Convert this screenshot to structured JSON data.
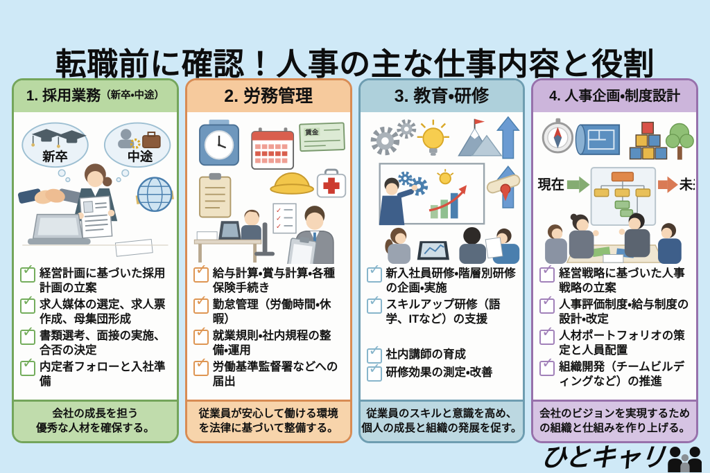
{
  "page": {
    "title": "転職前に確認！人事の主な仕事内容と役割",
    "background_color": "#cfe9f7"
  },
  "icons": {
    "check": "✓"
  },
  "logo": {
    "text": "ひとキャリ",
    "icon": "two-people-icon"
  },
  "columns": [
    {
      "id": "recruitment",
      "header": "1. 採用業務",
      "header_suffix": "（新卒・中途）",
      "colors": {
        "border": "#74a55b",
        "header_bg": "#b9d9a2",
        "footer_bg": "#c0dcac",
        "check": "#74ad5c"
      },
      "illustration": {
        "label_left": "新卒",
        "label_right": "中途"
      },
      "items": [
        "経営計画に基づいた採用計画の立案",
        "求人媒体の選定、求人票作成、母集団形成",
        "書類選考、面接の実施、合否の決定",
        "内定者フォローと入社準備"
      ],
      "footer_lines": [
        "会社の成長を担う",
        "優秀な人材を確保する。"
      ]
    },
    {
      "id": "labor-management",
      "header": "2. 労務管理",
      "colors": {
        "border": "#d88c54",
        "header_bg": "#f6ca9d",
        "footer_bg": "#f7d4ab",
        "check": "#de9552"
      },
      "illustration": {
        "payslip_label": "賃金"
      },
      "items": [
        "給与計算・賞与計算・各種保険手続き",
        "勤怠管理（労働時間・休暇）",
        "就業規則・社内規程の整備・運用",
        "労働基準監督署などへの届出"
      ],
      "footer_lines": [
        "従業員が安心して働ける環境",
        "を法律に基づいて整備する。"
      ]
    },
    {
      "id": "training",
      "header": "3. 教育・研修",
      "colors": {
        "border": "#6e9db1",
        "header_bg": "#aed0db",
        "footer_bg": "#bcd8e1",
        "check": "#87b5cb"
      },
      "illustration": {},
      "items": [
        "新入社員研修・階層別研修の企画・実施",
        "スキルアップ研修（語学、ITなど）の支援",
        "社内講師の育成",
        "研修効果の測定・改善"
      ],
      "footer_lines": [
        "従業員のスキルと意識を高め、",
        "個人の成長と組織の発展を促す。"
      ]
    },
    {
      "id": "hr-planning",
      "header": "4. 人事企画・制度設計",
      "colors": {
        "border": "#9771ab",
        "header_bg": "#ccb5db",
        "footer_bg": "#d6c4e3",
        "check": "#a181b9"
      },
      "illustration": {
        "label_now": "現在",
        "label_future": "未来"
      },
      "items": [
        "経営戦略に基づいた人事戦略の立案",
        "人事評価制度・給与制度の設計・改定",
        "人材ポートフォリオの策定と人員配置",
        "組織開発（チームビルディングなど）の推進"
      ],
      "footer_lines": [
        "会社のビジョンを実現するため",
        "の組織と仕組みを作り上げる。"
      ]
    }
  ]
}
